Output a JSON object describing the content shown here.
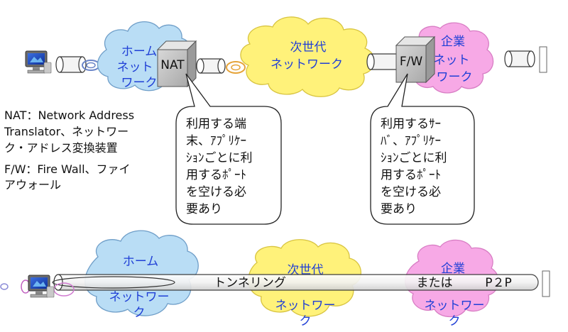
{
  "top": {
    "home_network": {
      "lines": [
        "ホーム",
        "ネット",
        "ワーク"
      ]
    },
    "nat_box": "NAT",
    "next_gen_network": {
      "lines": [
        "次世代",
        "ネットワーク"
      ]
    },
    "fw_box": "F/W",
    "enterprise_network": {
      "lines": [
        "企業",
        "ネット",
        "ワーク"
      ]
    }
  },
  "legend": {
    "lines": [
      "NAT：Network Address",
      "Translator、ネットワー",
      "ク・アドレス変換装置",
      "F/W：Fire Wall、ファイ",
      "アウォール"
    ]
  },
  "callouts": {
    "nat": {
      "lines": [
        "利用する端",
        "末、ｱﾌﾟﾘｹｰ",
        "ｼｮﾝごとに利",
        "用するﾎﾟｰﾄ",
        "を空ける必",
        "要あり"
      ]
    },
    "fw": {
      "lines": [
        "利用するｻｰ",
        "ﾊﾞ、ｱﾌﾟﾘｹｰ",
        "ｼｮﾝごとに利",
        "用するﾎﾟｰﾄ",
        "を空ける必",
        "要あり"
      ]
    }
  },
  "bottom": {
    "home_network": {
      "line1": "ホーム",
      "line2": "ネットワー",
      "line3": "ク"
    },
    "next_gen_network": {
      "line1": "次世代",
      "line2": "ネットワー",
      "line3": "ク"
    },
    "enterprise_network": {
      "line1": "企業",
      "line2": "ネットワー",
      "line3": "ク"
    },
    "tunnel_label": "トンネリング",
    "or_label": "または",
    "p2p_label": "P２P"
  },
  "colors": {
    "home_cloud": "#b9ddf5",
    "next_gen_cloud": "#fff27a",
    "enterprise_cloud": "#f7a9e6",
    "label_blue": "#1f3fd6"
  }
}
